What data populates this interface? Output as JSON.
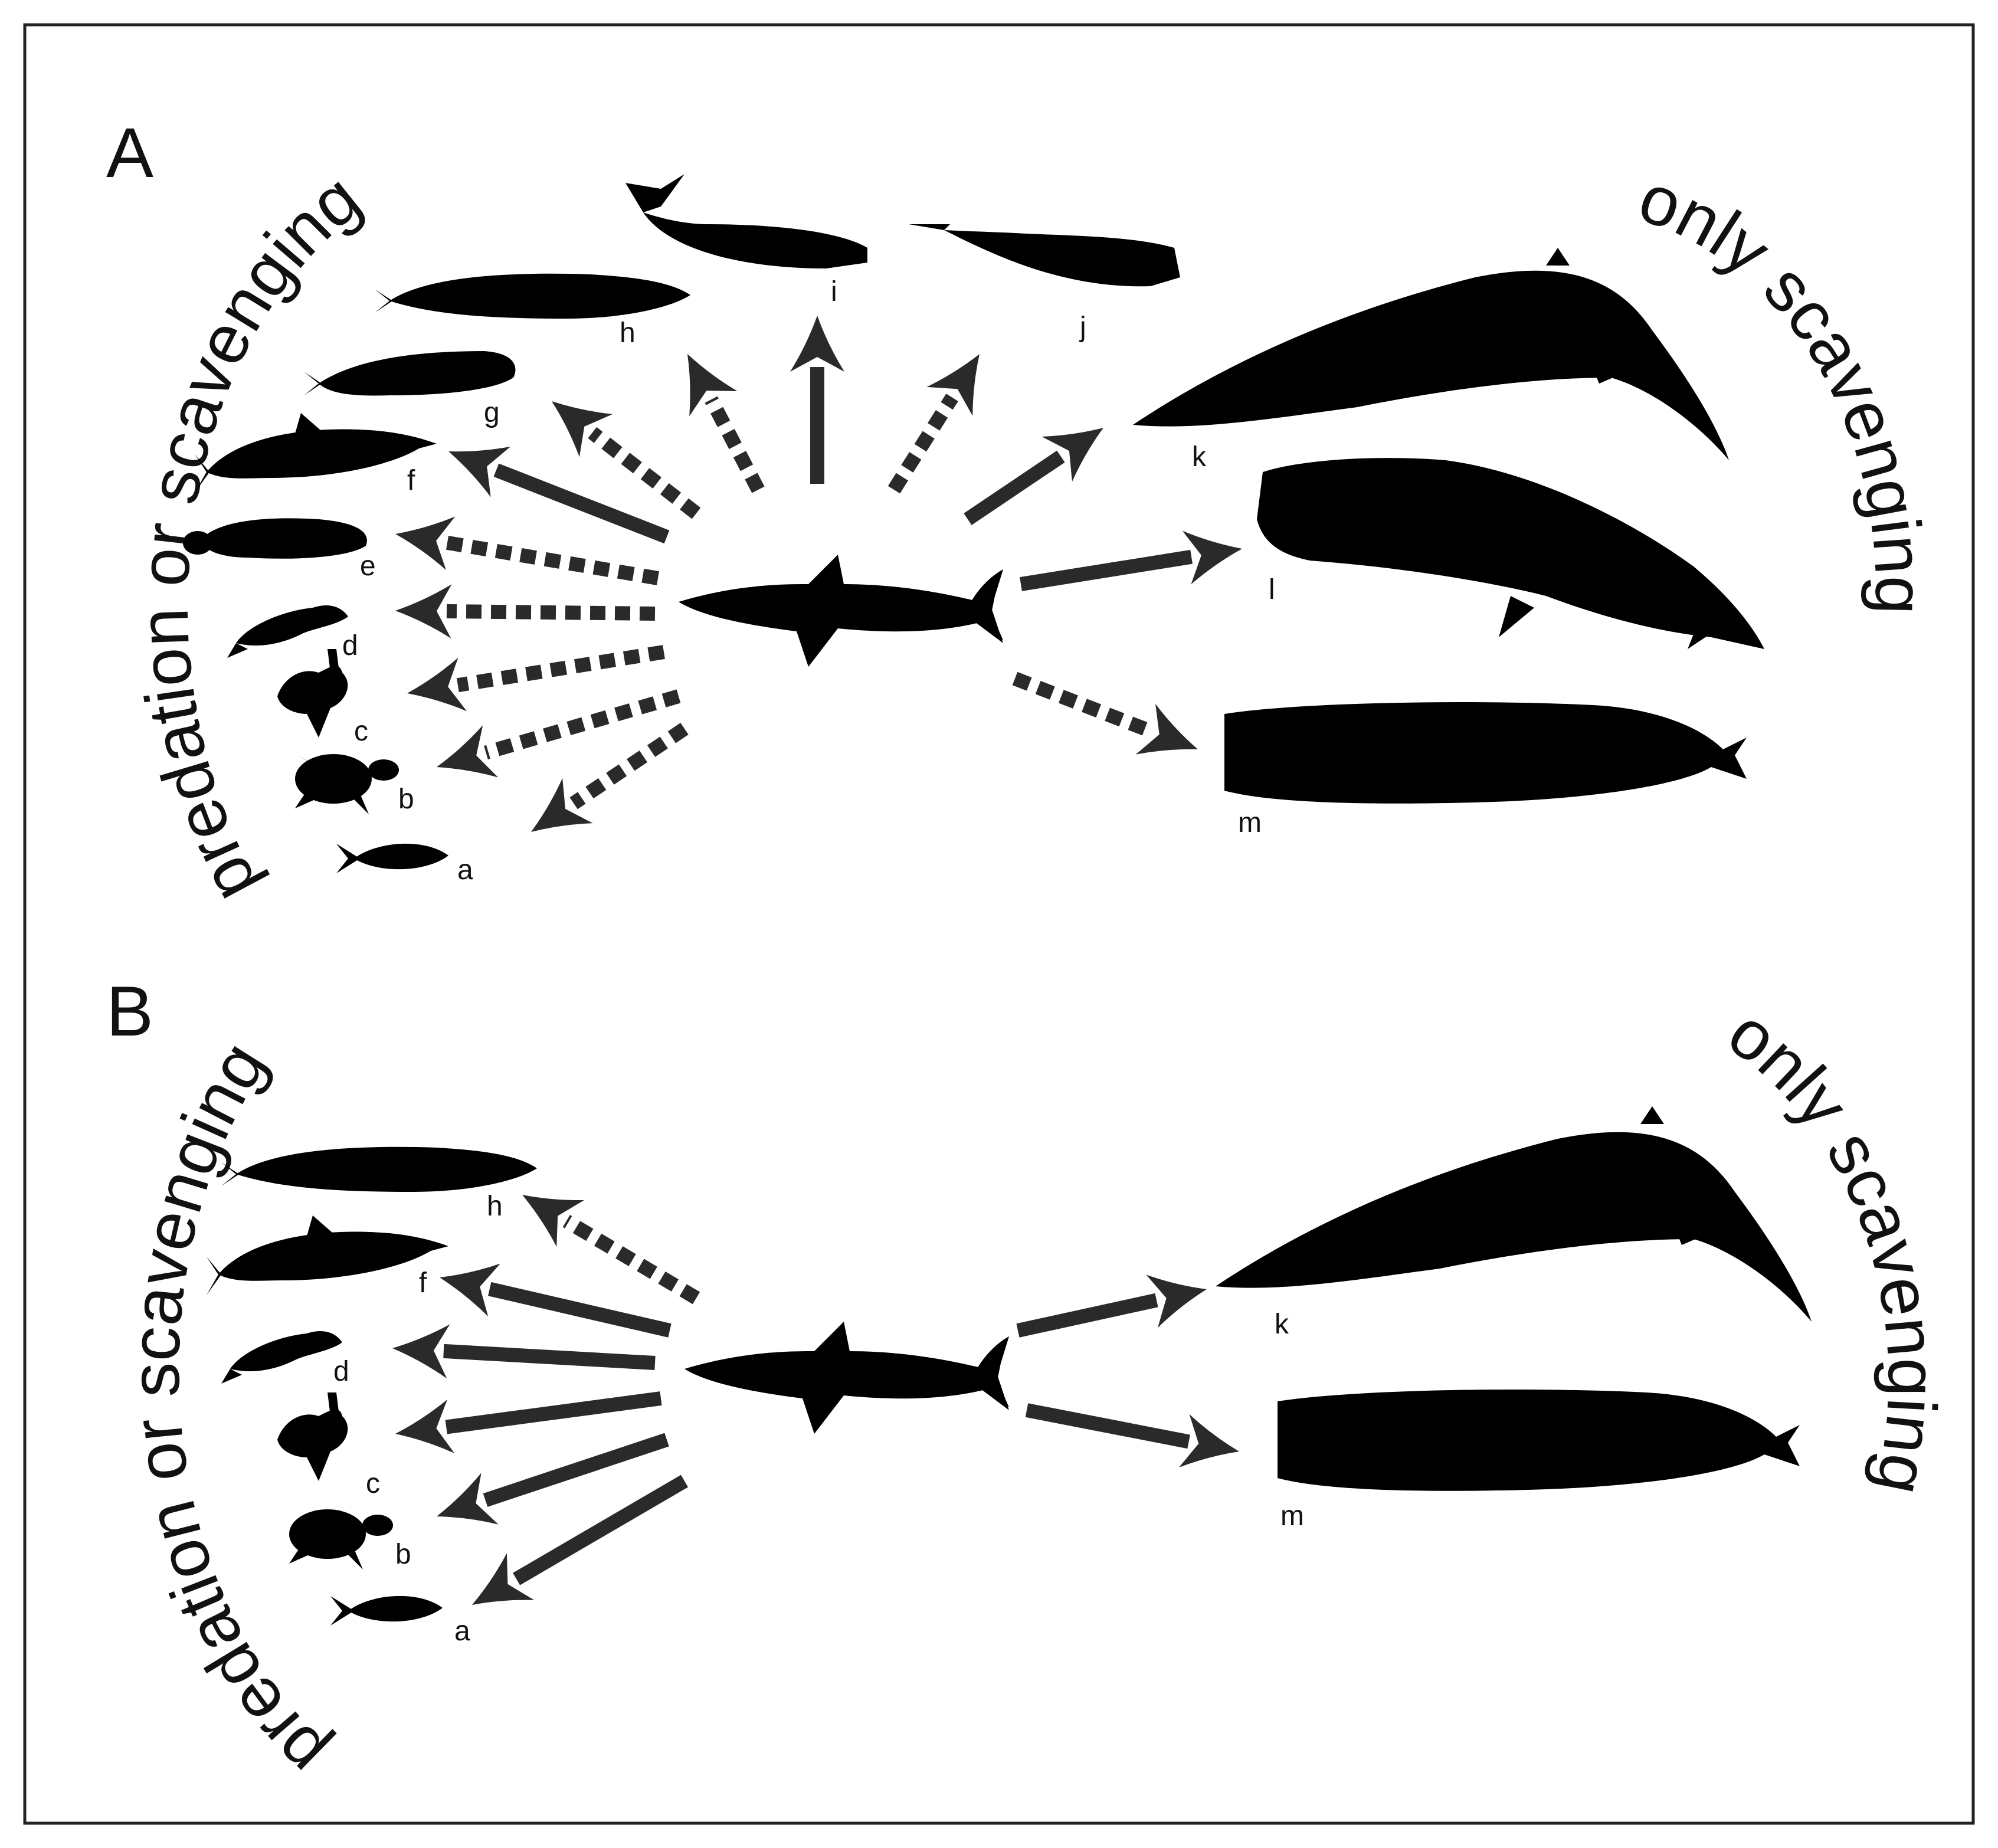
{
  "panels": [
    {
      "letter": "A",
      "left_caption": "predation or scavenging",
      "right_caption": "only scavenging",
      "labels": {
        "a": "a",
        "b": "b",
        "c": "c",
        "d": "d",
        "e": "e",
        "f": "f",
        "g": "g",
        "h": "h",
        "i": "i",
        "j": "j",
        "k": "k",
        "l": "l",
        "m": "m"
      },
      "arrows": [
        {
          "target": "a",
          "style": "dashed"
        },
        {
          "target": "b",
          "style": "dashed"
        },
        {
          "target": "c",
          "style": "dashed"
        },
        {
          "target": "d",
          "style": "dashed"
        },
        {
          "target": "e",
          "style": "dashed"
        },
        {
          "target": "f",
          "style": "solid"
        },
        {
          "target": "g",
          "style": "dashed"
        },
        {
          "target": "h",
          "style": "dashed"
        },
        {
          "target": "i",
          "style": "solid"
        },
        {
          "target": "j",
          "style": "dashed"
        },
        {
          "target": "k",
          "style": "solid"
        },
        {
          "target": "l",
          "style": "solid"
        },
        {
          "target": "m",
          "style": "dashed"
        }
      ]
    },
    {
      "letter": "B",
      "left_caption": "predation or scavenging",
      "right_caption": "only scavenging",
      "labels": {
        "a": "a",
        "b": "b",
        "c": "c",
        "d": "d",
        "f": "f",
        "h": "h",
        "k": "k",
        "m": "m"
      },
      "arrows": [
        {
          "target": "a",
          "style": "solid"
        },
        {
          "target": "b",
          "style": "solid"
        },
        {
          "target": "c",
          "style": "solid"
        },
        {
          "target": "d",
          "style": "solid"
        },
        {
          "target": "f",
          "style": "solid"
        },
        {
          "target": "h",
          "style": "dashed"
        },
        {
          "target": "k",
          "style": "solid"
        },
        {
          "target": "m",
          "style": "solid"
        }
      ]
    }
  ],
  "colors": {
    "silhouette": "#000000",
    "arrow": "#2a2a2a",
    "border": "#222222",
    "background": "#ffffff"
  }
}
